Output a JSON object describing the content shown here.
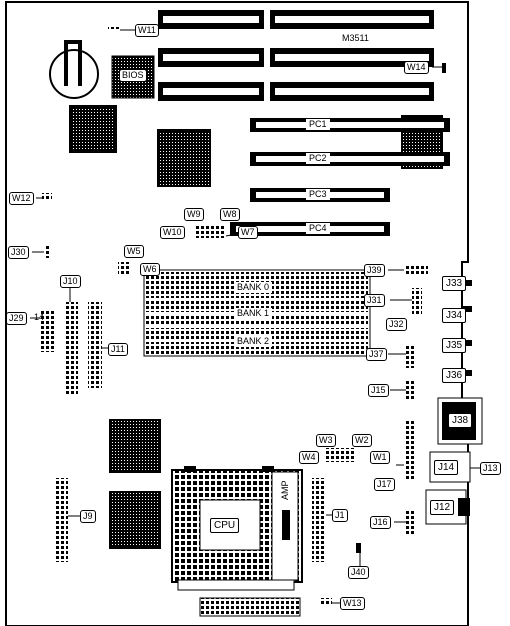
{
  "board": {
    "model": "M3511",
    "pin_number": "14",
    "cpu": "CPU",
    "bios": "BIOS",
    "amp": "AMP"
  },
  "jumpers": {
    "w1": "W1",
    "w2": "W2",
    "w3": "W3",
    "w4": "W4",
    "w5": "W5",
    "w6": "W6",
    "w7": "W7",
    "w8": "W8",
    "w9": "W9",
    "w10": "W10",
    "w11": "W11",
    "w12": "W12",
    "w13": "W13",
    "w14": "W14"
  },
  "connectors": {
    "j1": "J1",
    "j9": "J9",
    "j10": "J10",
    "j11": "J11",
    "j12": "J12",
    "j13": "J13",
    "j14": "J14",
    "j15": "J15",
    "j16": "J16",
    "j17": "J17",
    "j29": "J29",
    "j30": "J30",
    "j31": "J31",
    "j32": "J32",
    "j33": "J33",
    "j34": "J34",
    "j35": "J35",
    "j36": "J36",
    "j37": "J37",
    "j38": "J38",
    "j39": "J39",
    "j40": "J40"
  },
  "slots": {
    "pc1": "PC1",
    "pc2": "PC2",
    "pc3": "PC3",
    "pc4": "PC4"
  },
  "memory": {
    "bank0": "BANK 0",
    "bank1": "BANK 1",
    "bank2": "BANK 2"
  }
}
